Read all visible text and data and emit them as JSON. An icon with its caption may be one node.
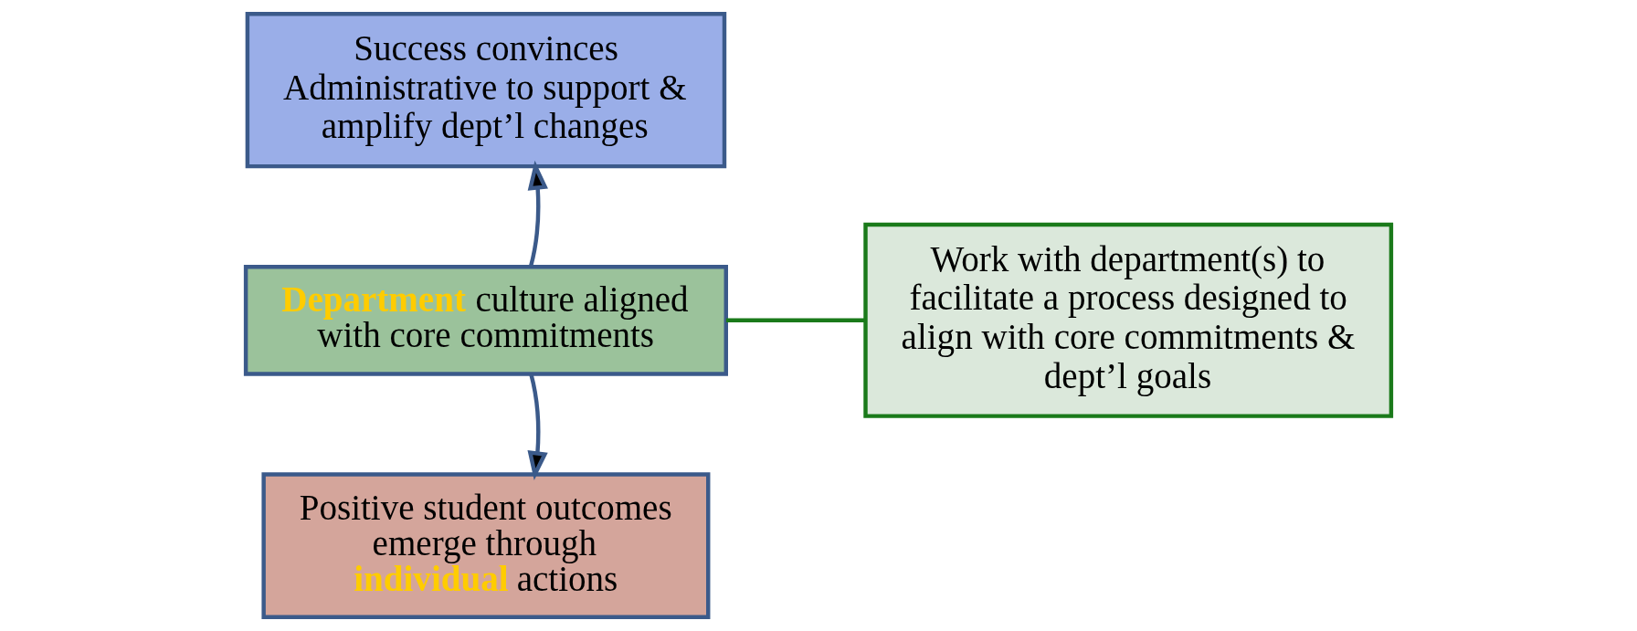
{
  "diagram": {
    "nodes": [
      {
        "text": [
          "Success convinces Administrative to support & amplify dept’l changes"
        ]
      },
      {
        "text": [
          "**Department** culture aligned with core commitments"
        ]
      },
      {
        "text": [
          "Positive student outcomes emerge through **individual** actions"
        ]
      },
      {
        "text": [
          "Work with department(s) to facilitate a process designed to align with core commitments & dept’l goals"
        ]
      }
    ],
    "edges": [
      {
        "from": 1,
        "to": 0,
        "arrow": "to"
      },
      {
        "from": 1,
        "to": 2,
        "arrow": "to"
      },
      {
        "from": 1,
        "to": 3,
        "arrow": "none",
        "color": "#1a7a1a"
      }
    ]
  }
}
